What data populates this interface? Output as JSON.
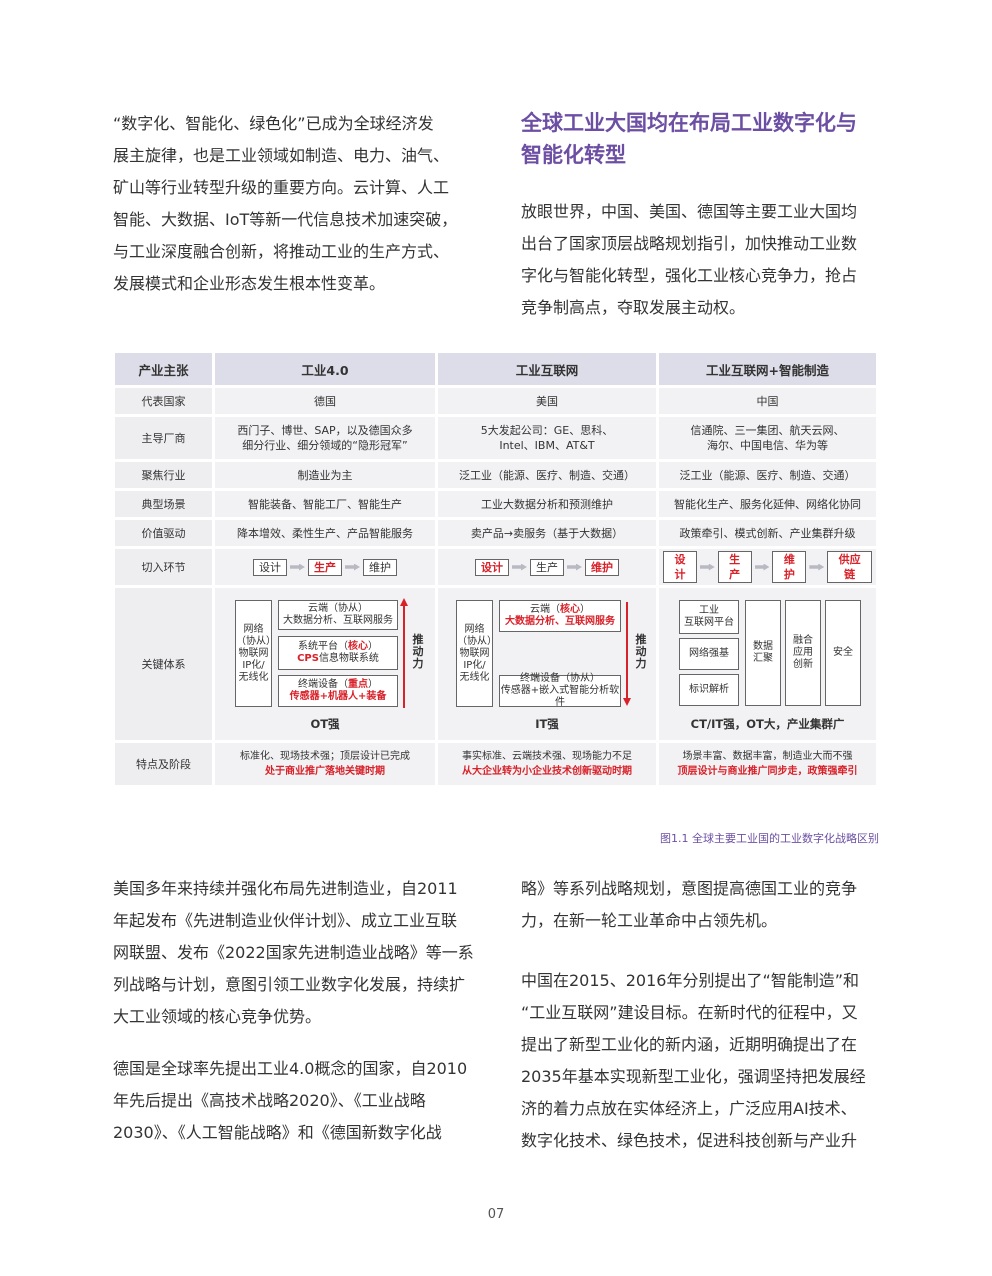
{
  "intro": {
    "lines": [
      "“数字化、智能化、绿色化”已成为全球经济发",
      "展主旋律，也是工业领域如制造、电力、油气、",
      "矿山等行业转型升级的重要方向。云计算、人工",
      "智能、大数据、IoT等新一代信息技术加速突破，",
      "与工业深度融合创新，将推动工业的生产方式、",
      "发展模式和企业形态发生根本性变革。"
    ]
  },
  "section": {
    "heading_lines": [
      "全球工业大国均在布局工业数字化与",
      "智能化转型"
    ],
    "lines": [
      "放眼世界，中国、美国、德国等主要工业大国均",
      "出台了国家顶层战略规划指引，加快推动工业数",
      "字化与智能化转型，强化工业核心竞争力，抢占",
      "竞争制高点，夺取发展主动权。"
    ]
  },
  "table": {
    "headers": [
      "产业主张",
      "工业4.0",
      "工业互联网",
      "工业互联网+智能制造"
    ],
    "rows": {
      "country": {
        "label": "代表国家",
        "cells": [
          "德国",
          "美国",
          "中国"
        ]
      },
      "vendors": {
        "label": "主导厂商",
        "cells": [
          [
            "西门子、博世、SAP，以及德国众多",
            "细分行业、细分领域的“隐形冠军”"
          ],
          [
            "5大发起公司：GE、思科、",
            "Intel、IBM、AT&T"
          ],
          [
            "信通院、三一集团、航天云网、",
            "海尔、中国电信、华为等"
          ]
        ]
      },
      "industry": {
        "label": "聚焦行业",
        "cells": [
          "制造业为主",
          "泛工业（能源、医疗、制造、交通）",
          "泛工业（能源、医疗、制造、交通）"
        ]
      },
      "scenario": {
        "label": "典型场景",
        "cells": [
          "智能装备、智能工厂、智能生产",
          "工业大数据分析和预测维护",
          "智能化生产、服务化延伸、网络化协同"
        ]
      },
      "value": {
        "label": "价值驱动",
        "cells": [
          "降本增效、柔性生产、产品智能服务",
          "卖产品→卖服务（基于大数据）",
          "政策牵引、模式创新、产业集群升级"
        ]
      },
      "entry": {
        "label": "切入环节",
        "cells": [
          [
            {
              "text": "设计",
              "hl": false
            },
            {
              "text": "生产",
              "hl": true
            },
            {
              "text": "维护",
              "hl": false
            }
          ],
          [
            {
              "text": "设计",
              "hl": true
            },
            {
              "text": "生产",
              "hl": false
            },
            {
              "text": "维护",
              "hl": true
            }
          ],
          [
            {
              "text": "设计",
              "hl": true
            },
            {
              "text": "生产",
              "hl": true
            },
            {
              "text": "维护",
              "hl": true
            },
            {
              "text": "供应链",
              "hl": true
            }
          ]
        ]
      },
      "system": {
        "label": "关键体系"
      },
      "feature": {
        "label": "特点及阶段",
        "cells": [
          {
            "normal": "标准化、现场技术强；顶层设计已完成",
            "red": "处于商业推广落地关键时期"
          },
          {
            "normal": "事实标准、云端技术强、现场能力不足",
            "red": "从大企业转为小企业技术创新驱动时期"
          },
          {
            "normal": "场景丰富、数据丰富，制造业大而不强",
            "red": "顶层设计与商业推广同步走，政策强牵引"
          }
        ]
      }
    },
    "system": {
      "push_label": "推动力",
      "c1": {
        "net": [
          "网络",
          "（协从）",
          "物联网",
          "IP化/",
          "无线化"
        ],
        "cloud": [
          "云端（协从）",
          "大数据分析、互联网服务"
        ],
        "sys_a": "系统平台（",
        "sys_key": "核心",
        "sys_b": "）",
        "sys_cps": "CPS",
        "sys_rest": "信息物联系统",
        "term_a": "终端设备（",
        "term_key": "重点",
        "term_b": "）",
        "term_red": "传感器+机器人+装备",
        "foot": "OT强"
      },
      "c2": {
        "net": [
          "网络",
          "（协从）",
          "物联网",
          "IP化/",
          "无线化"
        ],
        "cloud_a": "云端（",
        "cloud_key": "核心",
        "cloud_b": "）",
        "cloud_red": "大数据分析、互联网服务",
        "term": [
          "终端设备（协从）",
          "传感器+嵌入式智能分析软件"
        ],
        "foot": "IT强"
      },
      "c3": {
        "platform": [
          "工业",
          "互联网平台"
        ],
        "network": "网络强基",
        "identity": "标识解析",
        "data": [
          "数据",
          "汇聚"
        ],
        "fusion": [
          "融合",
          "应用",
          "创新"
        ],
        "security": "安全",
        "foot": "CT/IT强，OT大，产业集群广"
      }
    }
  },
  "caption": "图1.1 全球主要工业国的工业数字化战略区别",
  "left_bottom": {
    "p1": [
      "美国多年来持续并强化布局先进制造业，自2011",
      "年起发布《先进制造业伙伴计划》、成立工业互联",
      "网联盟、发布《2022国家先进制造业战略》等一系",
      "列战略与计划，意图引领工业数字化发展，持续扩",
      "大工业领域的核心竞争优势。"
    ],
    "p2": [
      "德国是全球率先提出工业4.0概念的国家，自2010",
      "年先后提出《高技术战略2020》、《工业战略",
      "2030》、《人工智能战略》和《德国新数字化战"
    ]
  },
  "right_bottom": {
    "p1": [
      "略》等系列战略规划，意图提高德国工业的竞争",
      "力，在新一轮工业革命中占领先机。"
    ],
    "p2": [
      "中国在2015、2016年分别提出了“智能制造”和",
      "“工业互联网”建设目标。在新时代的征程中，又",
      "提出了新型工业化的新内涵，近期明确提出了在",
      "2035年基本实现新型工业化，强调坚持把发展经",
      "济的着力点放在实体经济上，广泛应用AI技术、",
      "数字化技术、绿色技术，促进科技创新与产业升"
    ]
  },
  "page_number": "07"
}
